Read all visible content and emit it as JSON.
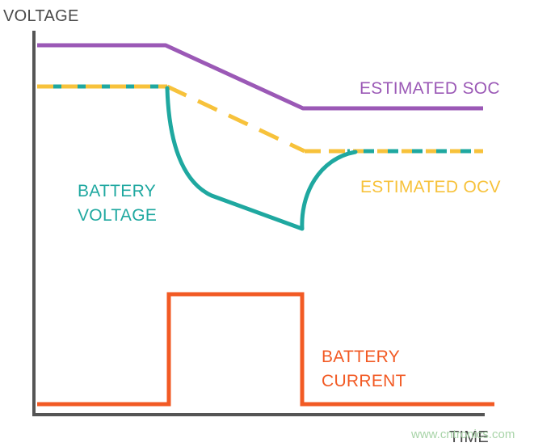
{
  "axes": {
    "y_label": "VOLTAGE",
    "x_label": "TIME"
  },
  "labels": {
    "estimated_soc": "ESTIMATED SOC",
    "estimated_ocv": "ESTIMATED OCV",
    "battery_voltage_line1": "BATTERY",
    "battery_voltage_line2": "VOLTAGE",
    "battery_current_line1": "BATTERY",
    "battery_current_line2": "CURRENT"
  },
  "watermark": "www.cntronics.com",
  "colors": {
    "axis": "#555555",
    "soc": "#9b59b6",
    "ocv_yellow": "#f7c23b",
    "ocv_teal": "#1fa8a0",
    "voltage": "#1fa8a0",
    "current": "#f25a24",
    "watermark": "#a8d4a8"
  }
}
